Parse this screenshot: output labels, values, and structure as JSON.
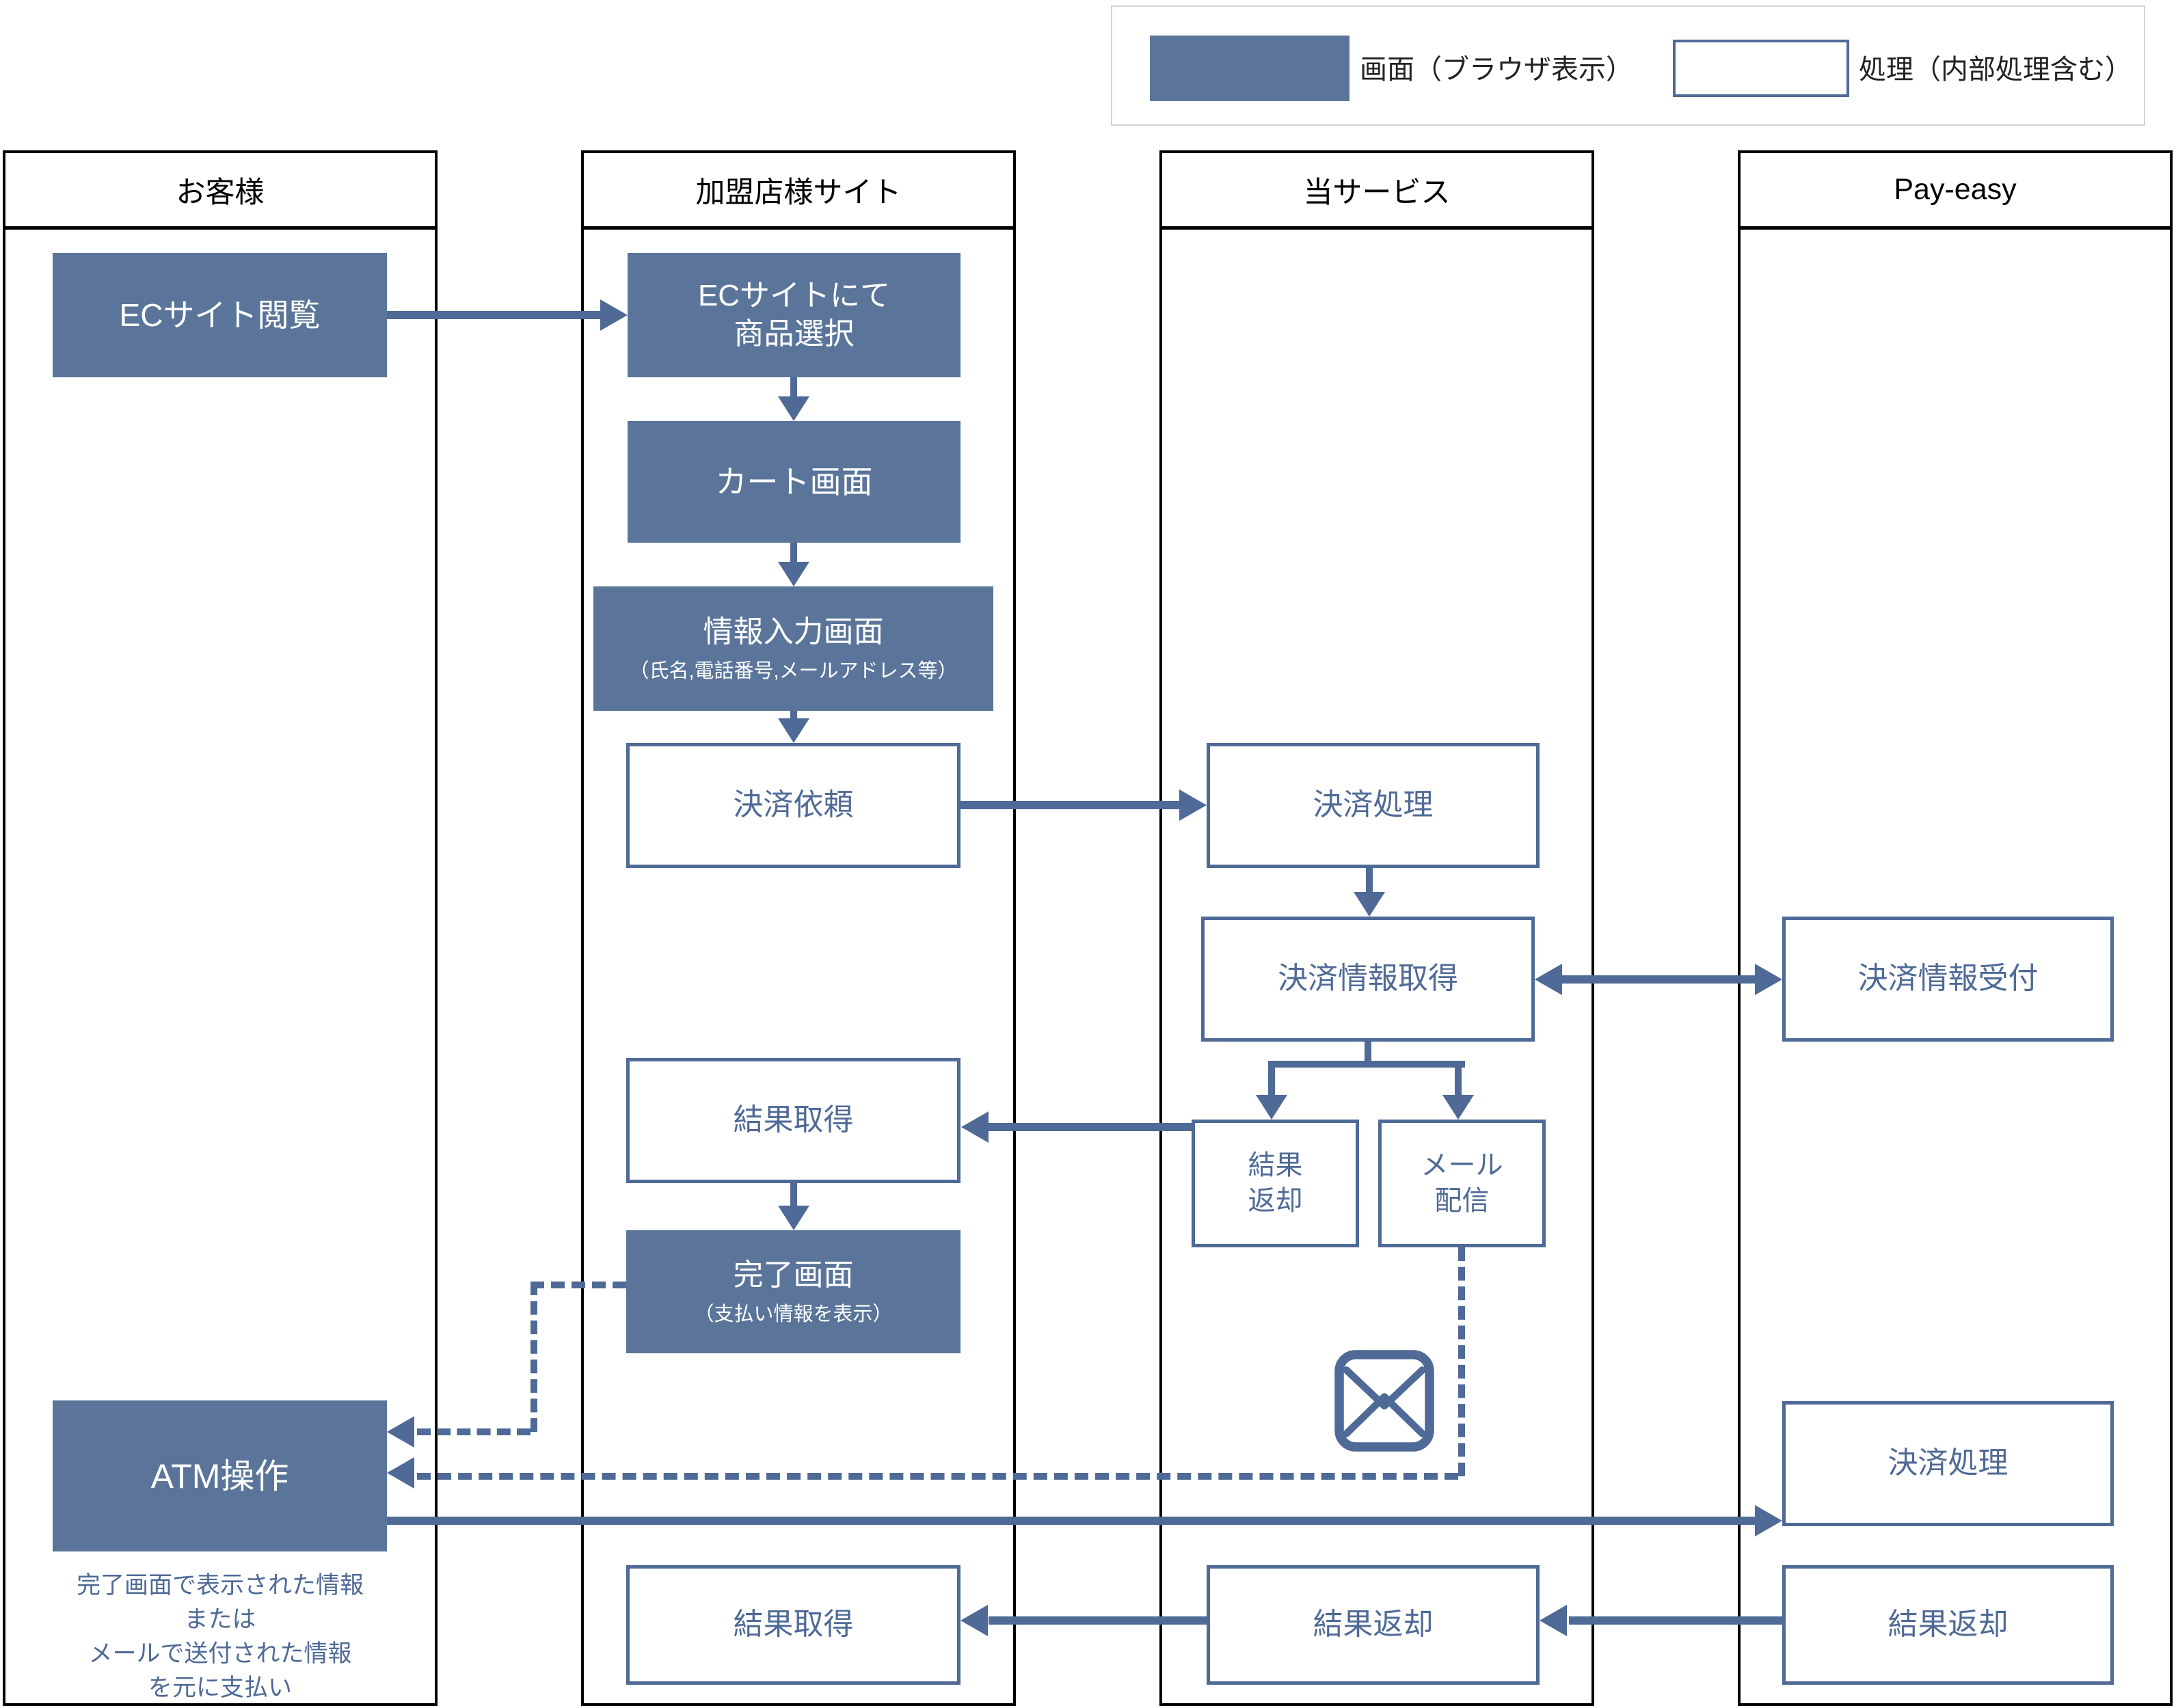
{
  "legend": {
    "screen": "画面（ブラウザ表示）",
    "process": "処理（内部処理含む）"
  },
  "lanes": {
    "customer": "お客様",
    "merchant": "加盟店様サイト",
    "service": "当サービス",
    "payeasy": "Pay-easy"
  },
  "nodes": {
    "ec_browse": "ECサイト閲覧",
    "ec_select_l1": "ECサイトにて",
    "ec_select_l2": "商品選択",
    "cart": "カート画面",
    "info_title": "情報入力画面",
    "info_sub": "（氏名,電話番号,メールアドレス等）",
    "pay_request": "決済依頼",
    "pay_process_svc": "決済処理",
    "pay_info_get": "決済情報取得",
    "pay_info_accept": "決済情報受付",
    "result_get_mid": "結果取得",
    "result_return_l1": "結果",
    "result_return_l2": "返却",
    "mail_l1": "メール",
    "mail_l2": "配信",
    "complete_title": "完了画面",
    "complete_sub": "（支払い情報を表示）",
    "atm": "ATM操作",
    "pay_process_pe": "決済処理",
    "result_get_bottom": "結果取得",
    "result_return_svc": "結果返却",
    "result_return_pe": "結果返却"
  },
  "note": {
    "l1": "完了画面で表示された情報",
    "l2": "または",
    "l3": "メールで送付された情報",
    "l4": "を元に支払い"
  },
  "icons": {
    "mail_icon": "envelope"
  },
  "colors": {
    "box_fill": "#5a7599",
    "line": "#4f6a96",
    "lane_border": "#000000",
    "legend_border": "#d3d3d3"
  }
}
